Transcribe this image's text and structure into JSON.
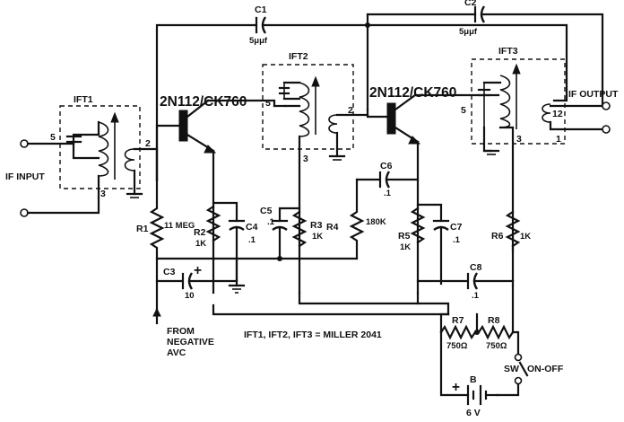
{
  "labels": {
    "c1": "C1",
    "c1_val": "5μμf",
    "c2": "C2",
    "c2_val": "5μμf",
    "ift1": "IFT1",
    "ift2": "IFT2",
    "ift3": "IFT3",
    "q1": "2N112/CK760",
    "q2": "2N112/CK760",
    "if_input": "IF INPUT",
    "if_output": "IF OUTPUT",
    "r1": "R1",
    "r1_val": "11 MEG",
    "r2": "R2",
    "r2_val": "1K",
    "r3": "R3",
    "r3_val": "1K",
    "r4": "R4",
    "r4_val": "180K",
    "r5": "R5",
    "r5_val": "1K",
    "r6": "R6",
    "r6_val": "1K",
    "r7": "R7",
    "r7_val": "750Ω",
    "r8": "R8",
    "r8_val": "750Ω",
    "c3": "C3",
    "c3_val": "10",
    "c3_pol": "+",
    "c4": "C4",
    "c4_val": ".1",
    "c5": "C5",
    "c5_val": ".1",
    "c6": "C6",
    "c6_val": ".1",
    "c7": "C7",
    "c7_val": ".1",
    "c8": "C8",
    "c8_val": ".1",
    "pin_ift1_5": "5",
    "pin_ift1_3": "3",
    "pin_ift1_2": "2",
    "pin_ift2_5": "5",
    "pin_ift2_3": "3",
    "pin_ift2_2": "2",
    "pin_ift3_5": "5",
    "pin_ift3_3": "3",
    "pin_ift3_12": "12",
    "pin_ift3_1": "1",
    "avc_line1": "FROM",
    "avc_line2": "NEGATIVE",
    "avc_line3": "AVC",
    "ift_note": "IFT1, IFT2, IFT3 = MILLER 2041",
    "sw": "SW",
    "sw_label": "ON-OFF",
    "batt": "B",
    "batt_val": "6 V",
    "batt_pol": "+"
  }
}
